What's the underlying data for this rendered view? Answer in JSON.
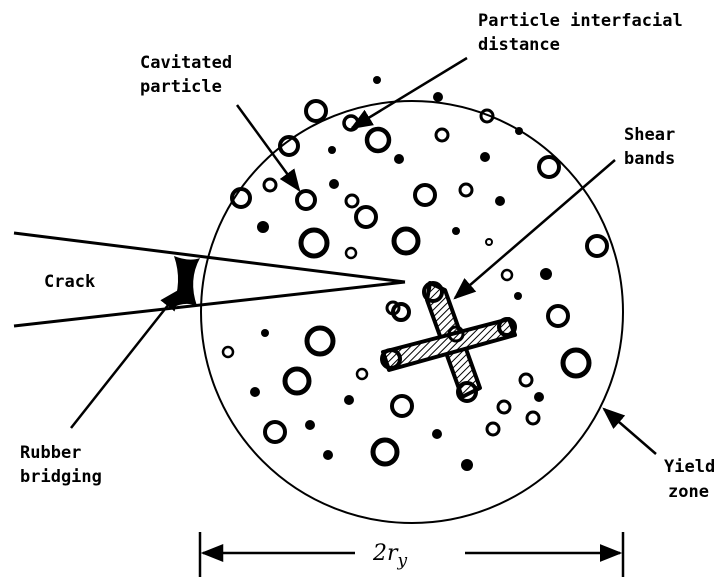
{
  "diagram": {
    "labels": {
      "particle_interfacial_1": "Particle interfacial",
      "particle_interfacial_2": "distance",
      "cavitated_1": "Cavitated",
      "cavitated_2": "particle",
      "shear_1": "Shear",
      "shear_2": "bands",
      "crack": "Crack",
      "rubber_1": "Rubber",
      "rubber_2": "bridging",
      "yield_1": "Yield",
      "yield_2": "zone",
      "dimension_main": "2r",
      "dimension_sub": "y"
    },
    "colors": {
      "ink": "#000000",
      "background": "#ffffff"
    }
  }
}
